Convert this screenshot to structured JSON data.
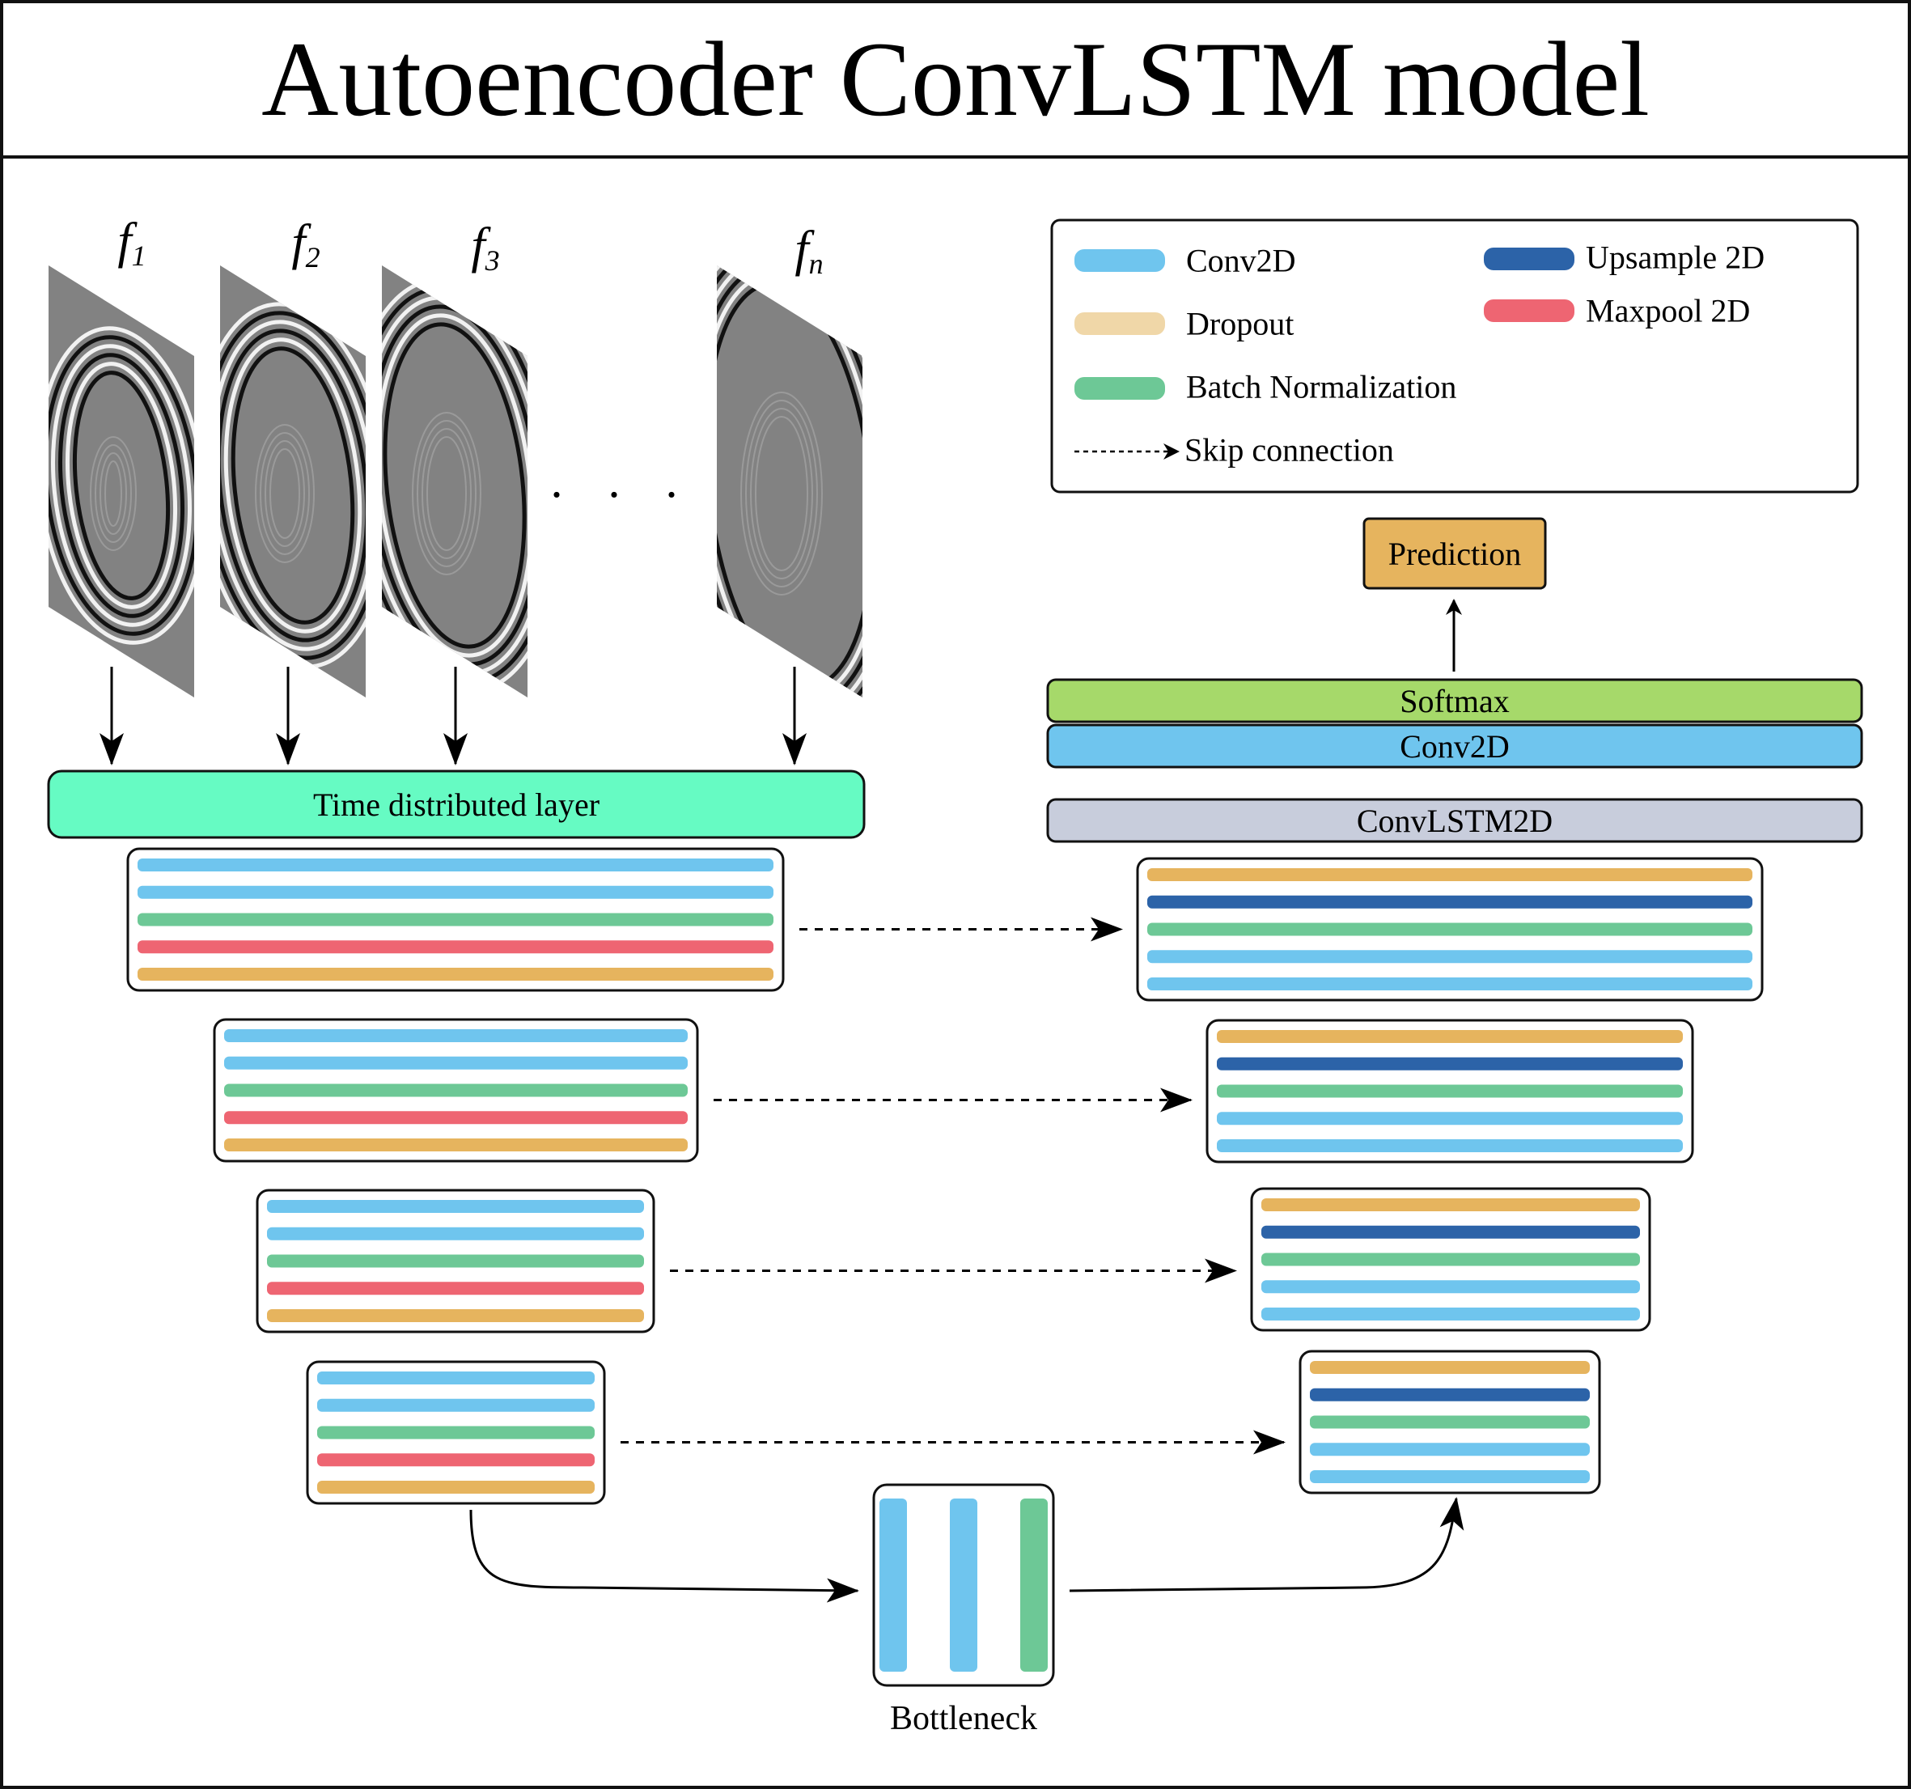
{
  "title": "Autoencoder ConvLSTM model",
  "colors": {
    "title_bg": "#aadbf7",
    "conv2d": "#6fc5ee",
    "dropout": "#f0d7a8",
    "batch_norm": "#6dc896",
    "upsample": "#2c63a8",
    "maxpool": "#ee6572",
    "orange_layer": "#e6b45e",
    "time_distributed": "#66fbc3",
    "softmax": "#a6d96a",
    "convlstm": "#c8cddc",
    "prediction": "#e6b45e"
  },
  "input_frames": {
    "labels": [
      {
        "base": "f",
        "sub": "1"
      },
      {
        "base": "f",
        "sub": "2"
      },
      {
        "base": "f",
        "sub": "3"
      },
      {
        "base": "f",
        "sub": "n"
      }
    ],
    "ellipsis": "· · ·"
  },
  "legend": {
    "items": [
      {
        "label": "Conv2D",
        "color": "#6fc5ee"
      },
      {
        "label": "Dropout",
        "color": "#f0d7a8"
      },
      {
        "label": "Batch Normalization",
        "color": "#6dc896"
      },
      {
        "label": "Skip connection",
        "icon": "dashed-arrow-icon"
      },
      {
        "label": "Upsample 2D",
        "color": "#2c63a8"
      },
      {
        "label": "Maxpool 2D",
        "color": "#ee6572"
      }
    ]
  },
  "layers": {
    "time_distributed": "Time distributed layer",
    "prediction": "Prediction",
    "softmax": "Softmax",
    "conv2d": "Conv2D",
    "convlstm": "ConvLSTM2D",
    "bottleneck": "Bottleneck"
  },
  "encoder_block_layers": [
    "conv2d",
    "conv2d",
    "batch_norm",
    "maxpool",
    "orange_layer"
  ],
  "decoder_block_layers": [
    "orange_layer",
    "upsample",
    "batch_norm",
    "conv2d",
    "conv2d"
  ],
  "bottleneck_layers": [
    "conv2d",
    "conv2d",
    "batch_norm"
  ]
}
